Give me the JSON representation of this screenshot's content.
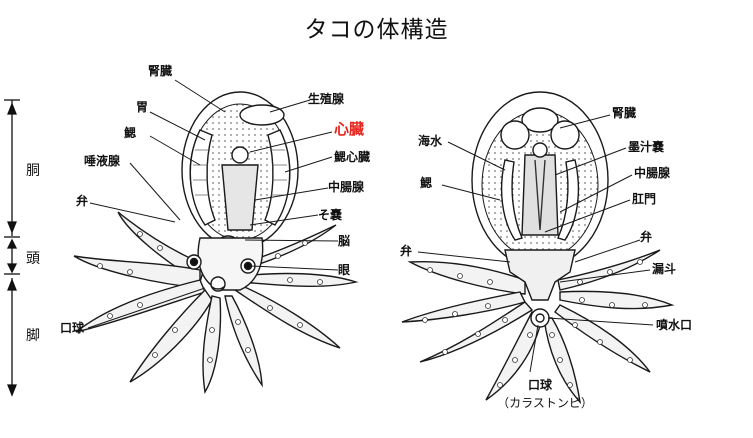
{
  "title": "タコの体構造",
  "side_labels": {
    "body": "胴",
    "head": "頭",
    "arms": "脚"
  },
  "left_octopus": {
    "kidney": "腎臓",
    "stomach": "胃",
    "gill": "鰓",
    "salivary_gland": "唾液腺",
    "valve": "弁",
    "gonad": "生殖腺",
    "heart": "心臓",
    "branchial_heart": "鰓心臓",
    "midgut_gland": "中腸腺",
    "crop": "そ嚢",
    "brain": "脳",
    "eye": "眼",
    "buccal_mass": "口球"
  },
  "right_octopus": {
    "seawater": "海水",
    "gill": "鰓",
    "valve": "弁",
    "kidney": "腎臓",
    "ink_sac": "墨汁嚢",
    "midgut_gland": "中腸腺",
    "anus": "肛門",
    "valve2": "弁",
    "funnel": "漏斗",
    "water_outlet": "噴水口",
    "buccal_mass": "口球",
    "beak": "（カラストンビ）"
  },
  "colors": {
    "highlight": "#e8261f",
    "ink": "#1a1a1a",
    "shade": "#d9d9d9"
  }
}
